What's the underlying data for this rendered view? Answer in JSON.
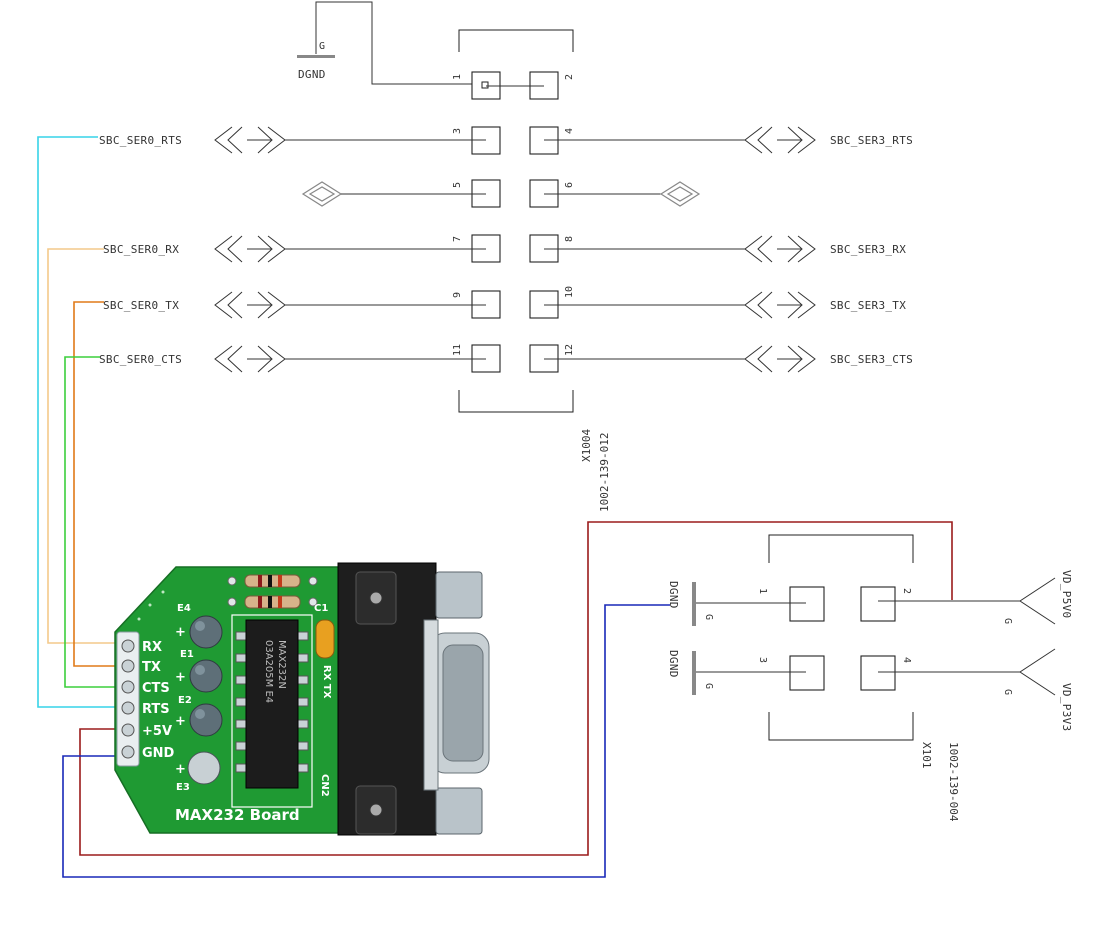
{
  "colors": {
    "rts_wire": "#37d3e8",
    "rx_wire": "#f4c98a",
    "tx_wire": "#e07a18",
    "cts_wire": "#3ccf3c",
    "power_wire": "#9b1b1b",
    "gnd_wire": "#1828b8",
    "pcb_green": "#1f9a33",
    "ground_bar": "#888888"
  },
  "top_ground": {
    "pin_label": "G",
    "net": "DGND"
  },
  "connector_x1004": {
    "ref": "X1004",
    "part_number": "1002-139-012",
    "pins": [
      "1",
      "2",
      "3",
      "4",
      "5",
      "6",
      "7",
      "8",
      "9",
      "10",
      "11",
      "12"
    ]
  },
  "left_nets": {
    "rts": "SBC_SER0_RTS",
    "rx": "SBC_SER0_RX",
    "tx": "SBC_SER0_TX",
    "cts": "SBC_SER0_CTS"
  },
  "right_nets": {
    "rts": "SBC_SER3_RTS",
    "rx": "SBC_SER3_RX",
    "tx": "SBC_SER3_TX",
    "cts": "SBC_SER3_CTS"
  },
  "connector_x101": {
    "ref": "X101",
    "part_number": "1002-139-004",
    "pins": [
      "1",
      "2",
      "3",
      "4"
    ],
    "gnd_net": "DGND",
    "gnd_pin_label": "G",
    "supply_pin_label": "G",
    "supply_top": "VD_P5V0",
    "supply_bottom": "VD_P3V3"
  },
  "board": {
    "title": "MAX232 Board",
    "header_pins": [
      "RX",
      "TX",
      "CTS",
      "RTS",
      "+5V",
      "GND"
    ],
    "cap_labels": [
      "E4",
      "E1",
      "E2",
      "E3"
    ],
    "cap_c1": "C1",
    "chip_line1": "03A205M E4",
    "chip_line2": "MAX232N",
    "rx_tx_silk": "RX TX",
    "cn2": "CN2",
    "plus": "+"
  }
}
